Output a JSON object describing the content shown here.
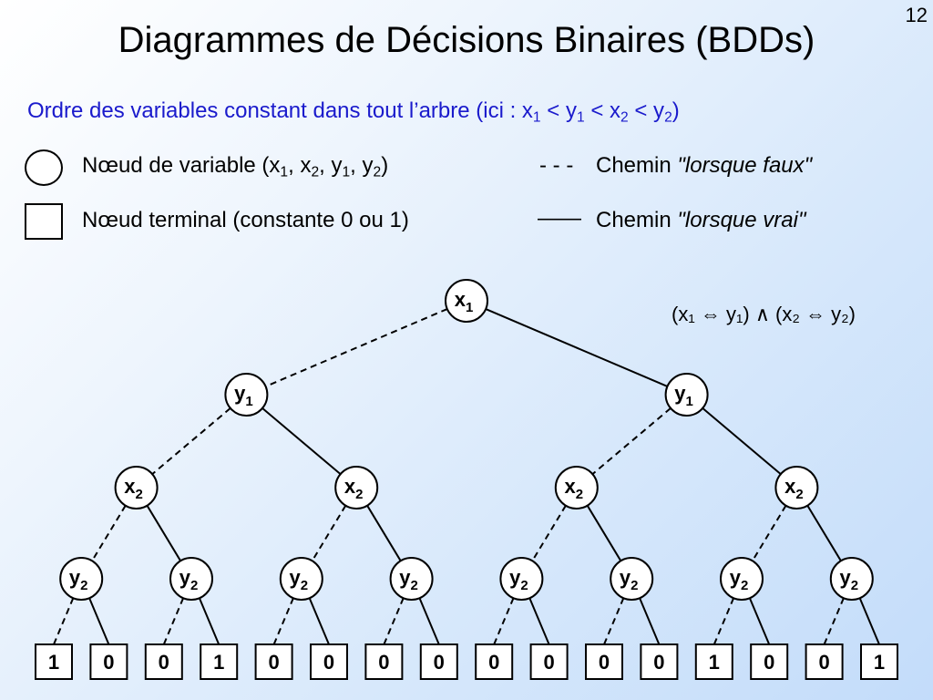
{
  "slide_number": "12",
  "title": "Diagrammes de Décisions Binaires (BDDs)",
  "subtitle": {
    "text": "Ordre des variables constant dans tout l’arbre (ici :  ",
    "order": [
      {
        "base": "x",
        "sub": "1"
      },
      {
        "base": "y",
        "sub": "1"
      },
      {
        "base": "x",
        "sub": "2"
      },
      {
        "base": "y",
        "sub": "2"
      }
    ],
    "separator": " < ",
    "close": ")"
  },
  "legend": {
    "variable_node": {
      "text": "Nœud de variable (",
      "vars": [
        {
          "base": "x",
          "sub": "1"
        },
        {
          "base": "x",
          "sub": "2"
        },
        {
          "base": "y",
          "sub": "1"
        },
        {
          "base": "y",
          "sub": "2"
        }
      ],
      "close": ")"
    },
    "terminal_node": "Nœud terminal (constante 0 ou 1)",
    "false_path": {
      "symbol": "- - -",
      "label": "Chemin ",
      "quote": "\"lorsque faux\""
    },
    "true_path": {
      "symbol": "——",
      "label": "Chemin ",
      "quote": "\"lorsque vrai\""
    }
  },
  "formula": "(x₁ ⇔ y₁) ∧ (x₂ ⇔ y₂)",
  "tree": {
    "levels": [
      [
        {
          "base": "x",
          "sub": "1"
        }
      ],
      [
        {
          "base": "y",
          "sub": "1"
        },
        {
          "base": "y",
          "sub": "1"
        }
      ],
      [
        {
          "base": "x",
          "sub": "2"
        },
        {
          "base": "x",
          "sub": "2"
        },
        {
          "base": "x",
          "sub": "2"
        },
        {
          "base": "x",
          "sub": "2"
        }
      ],
      [
        {
          "base": "y",
          "sub": "2"
        },
        {
          "base": "y",
          "sub": "2"
        },
        {
          "base": "y",
          "sub": "2"
        },
        {
          "base": "y",
          "sub": "2"
        },
        {
          "base": "y",
          "sub": "2"
        },
        {
          "base": "y",
          "sub": "2"
        },
        {
          "base": "y",
          "sub": "2"
        },
        {
          "base": "y",
          "sub": "2"
        }
      ]
    ],
    "leaves": [
      "1",
      "0",
      "0",
      "1",
      "0",
      "0",
      "0",
      "0",
      "0",
      "0",
      "0",
      "0",
      "1",
      "0",
      "0",
      "1"
    ]
  }
}
